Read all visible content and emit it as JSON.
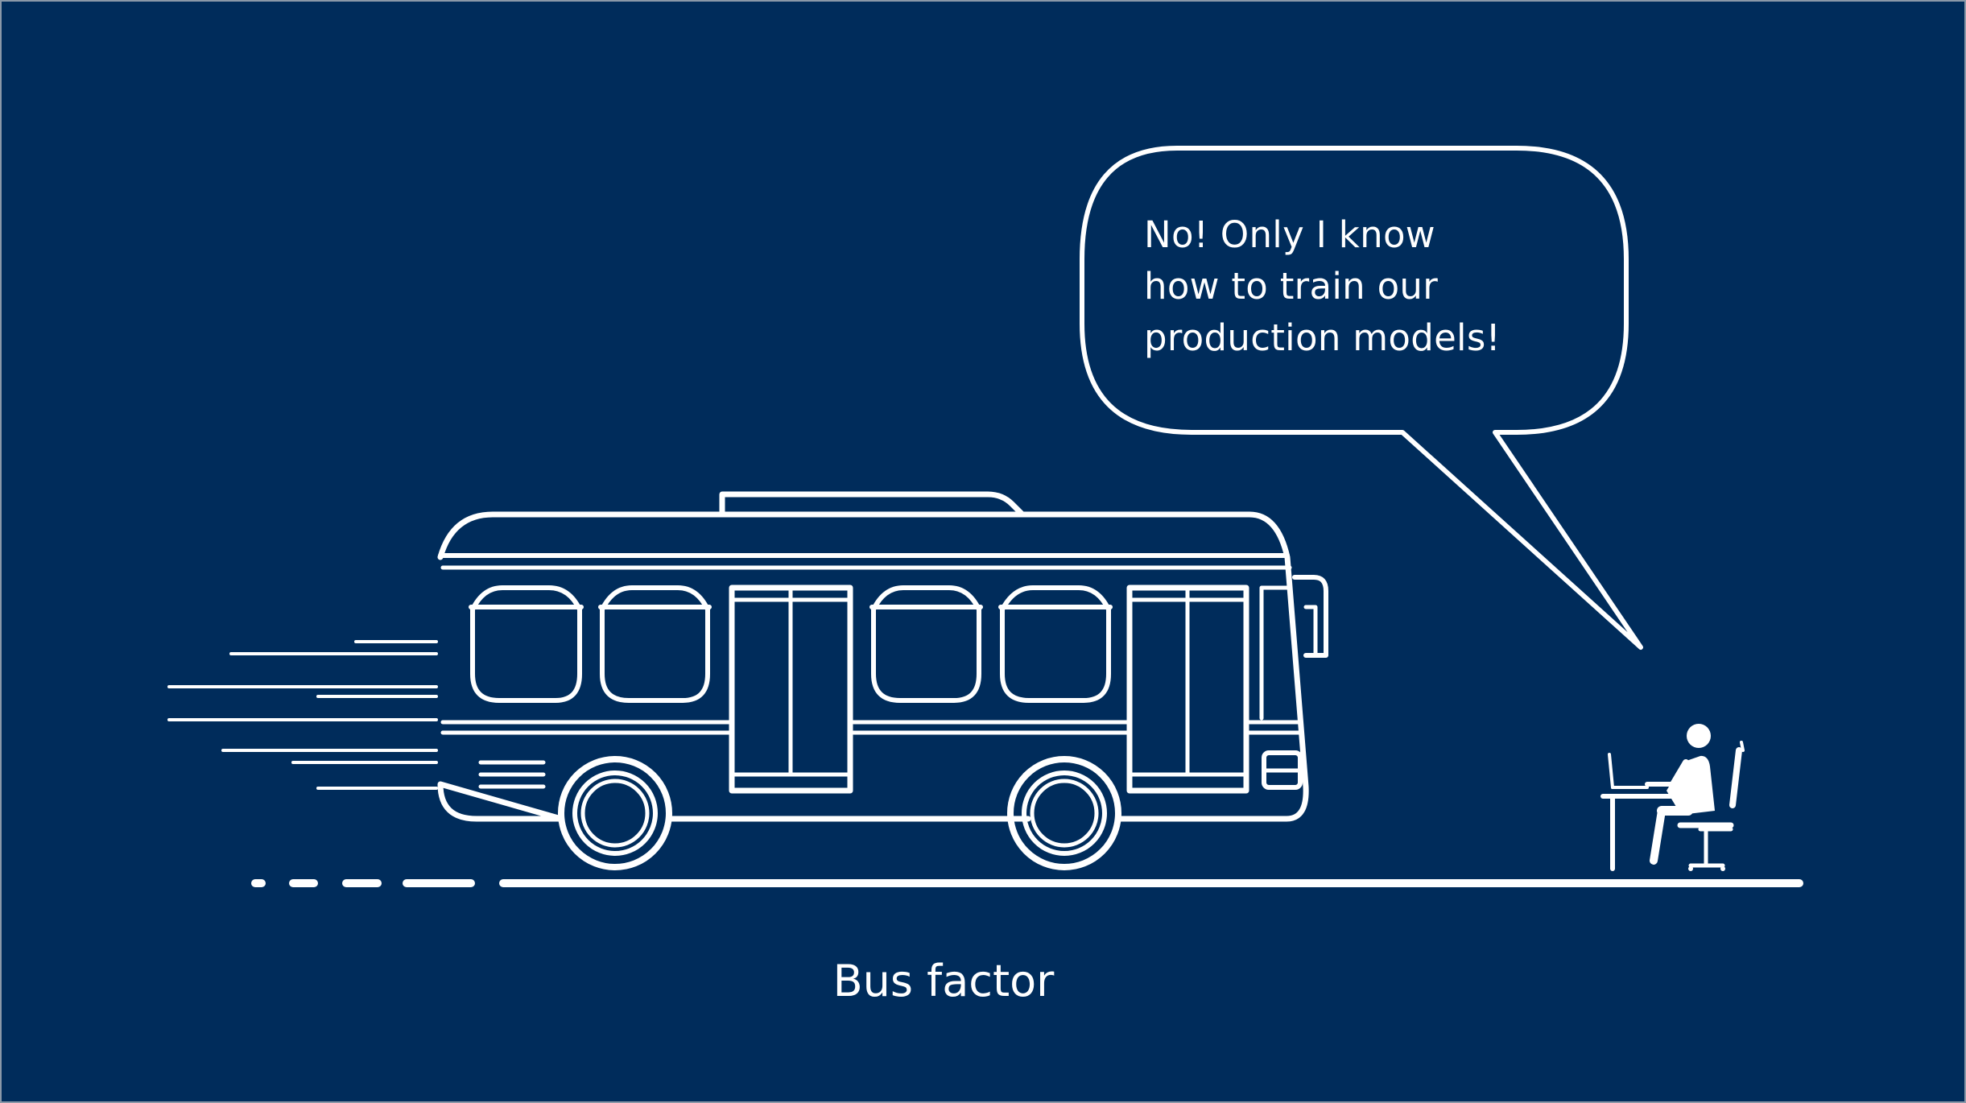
{
  "colors": {
    "background": "#002c5b",
    "lines": "#ffffff",
    "frame": "#8a98a8"
  },
  "speech_bubble": {
    "lines": [
      "No! Only I know",
      "how to train our",
      "production models!"
    ]
  },
  "caption": "Bus factor",
  "icons": [
    "bus-icon",
    "person-at-desk-icon",
    "speech-bubble",
    "road",
    "speed-lines"
  ]
}
